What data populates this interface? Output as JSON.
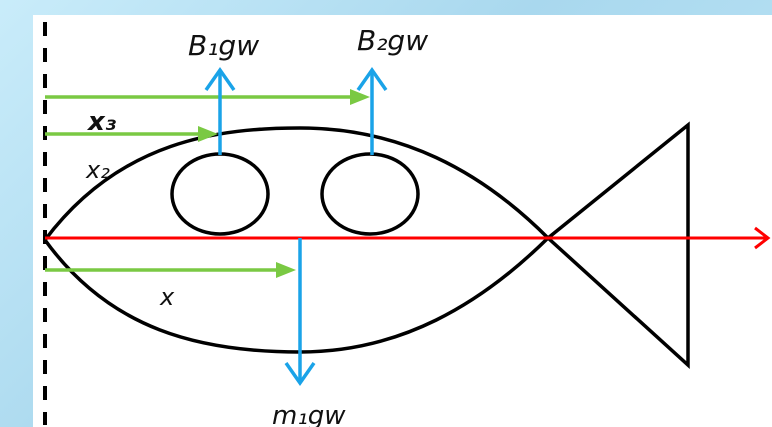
{
  "labels": {
    "b1": "B₁gw",
    "b2": "B₂gw",
    "x3": "x₃",
    "x2": "x₂",
    "x": "x",
    "weight": "m₁gw"
  },
  "colors": {
    "background": "#bfe3f3",
    "panel": "#ffffff",
    "outline": "#000000",
    "axis": "#ff0000",
    "distance_arrows": "#7ac943",
    "force_arrows": "#1aa3e8"
  }
}
